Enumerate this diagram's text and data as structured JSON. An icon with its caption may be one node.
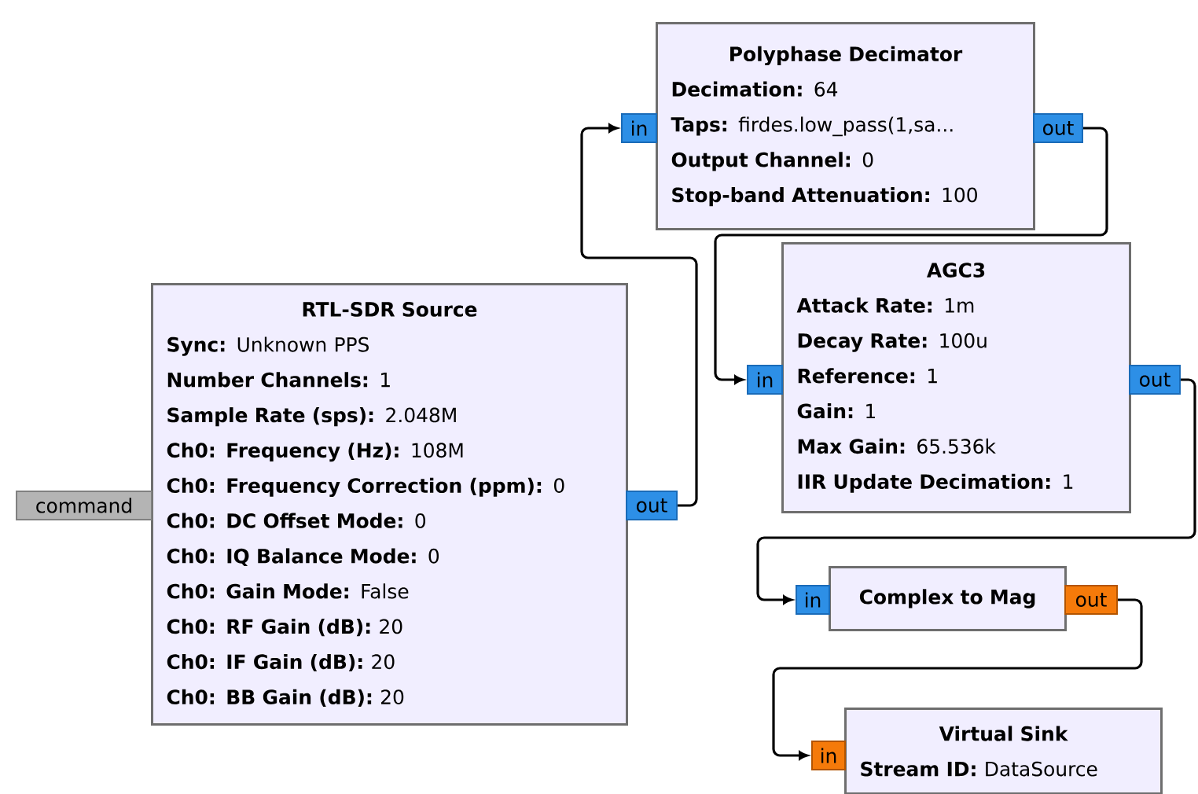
{
  "diagram": {
    "nodes": [
      {
        "text": [
          "Polyphase Decimator",
          "**Decimation:** 64",
          "**Taps:** firdes.low_pass(1,sa...",
          "**Output Channel:** 0",
          "**Stop-band Attenuation:** 100"
        ]
      },
      {
        "text": [
          "in"
        ]
      },
      {
        "text": [
          "out"
        ]
      },
      {
        "text": [
          "AGC3",
          "**Attack Rate:** 1m",
          "**Decay Rate:** 100u",
          "**Reference:** 1",
          "**Gain:** 1",
          "**Max Gain:** 65.536k",
          "**IIR Update Decimation:** 1"
        ]
      },
      {
        "text": [
          "in"
        ]
      },
      {
        "text": [
          "out"
        ]
      },
      {
        "text": [
          "RTL-SDR Source",
          "**Sync:** Unknown PPS",
          "**Number Channels:** 1",
          "**Sample Rate (sps):** 2.048M",
          "**Ch0: Frequency (Hz):** 108M",
          "**Ch0: Frequency Correction (ppm):** 0",
          "**Ch0: DC Offset Mode:** 0",
          "**Ch0: IQ Balance Mode:** 0",
          "**Ch0: Gain Mode:** False",
          "**Ch0: RF Gain (dB):** 20",
          "**Ch0: IF Gain (dB):** 20",
          "**Ch0: BB Gain (dB):** 20"
        ]
      },
      {
        "text": [
          "command"
        ]
      },
      {
        "text": [
          "out"
        ]
      },
      {
        "text": [
          "Complex to Mag"
        ]
      },
      {
        "text": [
          "in"
        ]
      },
      {
        "text": [
          "out"
        ]
      },
      {
        "text": [
          "Virtual Sink",
          "**Stream ID:** DataSource"
        ]
      },
      {
        "text": [
          "in"
        ]
      }
    ],
    "edges": [
      {
        "from": 8,
        "to": 1,
        "arrow": "to"
      },
      {
        "from": 2,
        "to": 4,
        "arrow": "to"
      },
      {
        "from": 5,
        "to": 10,
        "arrow": "to"
      },
      {
        "from": 11,
        "to": 13,
        "arrow": "to"
      }
    ]
  }
}
